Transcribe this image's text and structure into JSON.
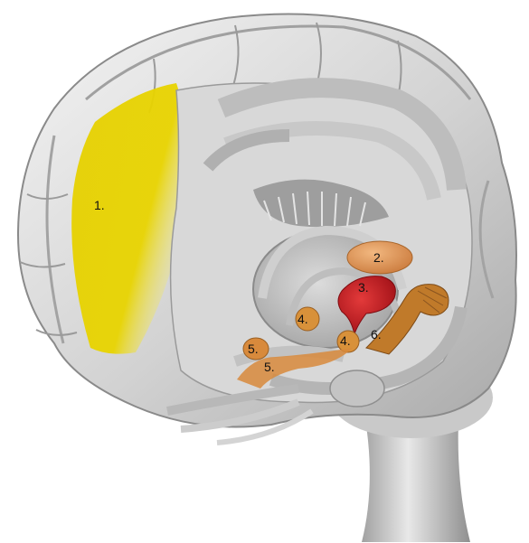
{
  "labels": [
    {
      "id": "1",
      "text": "1."
    },
    {
      "id": "2",
      "text": "2."
    },
    {
      "id": "3",
      "text": "3."
    },
    {
      "id": "4a",
      "text": "4."
    },
    {
      "id": "4b",
      "text": "4."
    },
    {
      "id": "5a",
      "text": "5."
    },
    {
      "id": "5b",
      "text": "5."
    },
    {
      "id": "6",
      "text": "6."
    }
  ],
  "colors": {
    "region_1": "#e8d400",
    "region_2": "#e8a060",
    "region_3": "#c8141e",
    "region_4": "#d8913a",
    "region_5": "#d88a3c",
    "region_6": "#c07a2a",
    "tissue_light": "#e6e6e6",
    "tissue_mid": "#bdbdbd",
    "tissue_dark": "#8c8c8c"
  }
}
